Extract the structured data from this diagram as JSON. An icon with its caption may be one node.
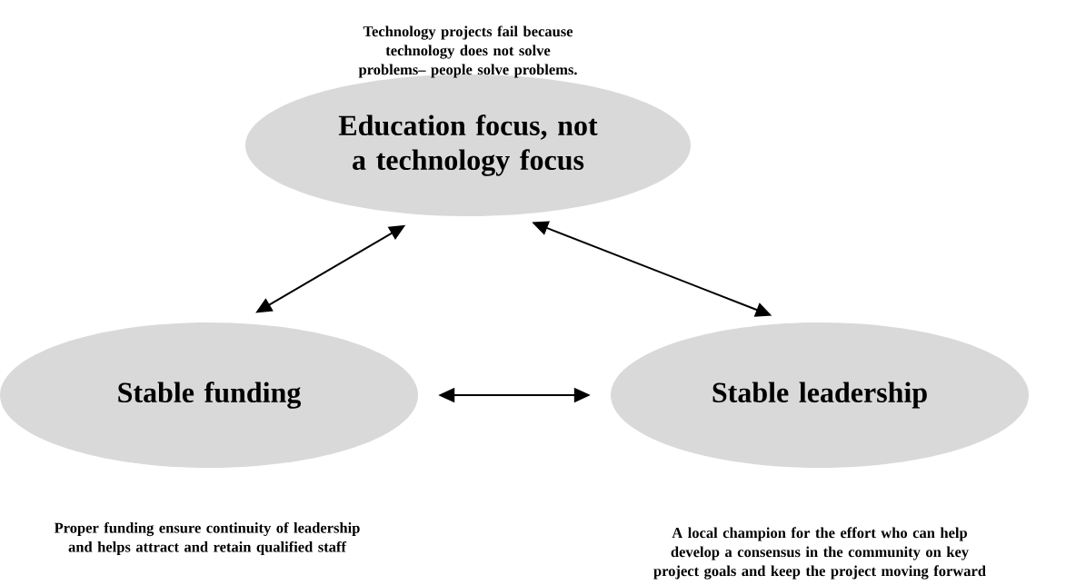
{
  "diagram": {
    "nodes": [
      {
        "text": [
          "Education focus, not a technology focus"
        ],
        "beside": [
          "Technology projects fail because technology does not solve problems– people solve problems."
        ]
      },
      {
        "text": [
          "Stable funding"
        ],
        "beside": [
          "Proper funding ensure continuity of leadership and helps attract and retain qualified staff"
        ]
      },
      {
        "text": [
          "Stable leadership"
        ],
        "beside": [
          "A local champion for the effort who can help develop a consensus in the community on key project goals and keep the project moving forward"
        ]
      }
    ],
    "edges": [
      {
        "from": 0,
        "to": 1,
        "arrow": "both"
      },
      {
        "from": 0,
        "to": 2,
        "arrow": "both"
      },
      {
        "from": 1,
        "to": 2,
        "arrow": "both"
      }
    ]
  }
}
